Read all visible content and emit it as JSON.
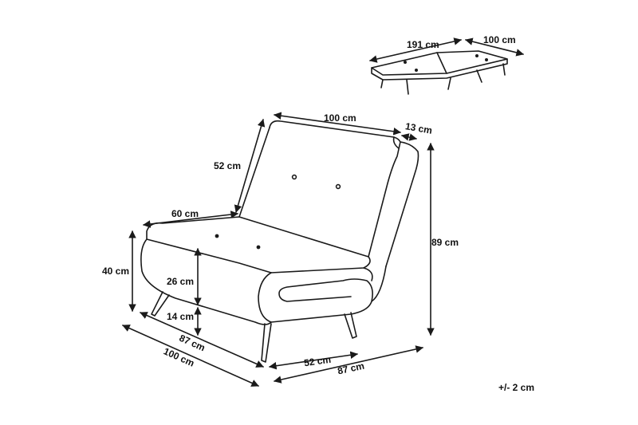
{
  "diagram": {
    "type": "furniture-dimension-drawing",
    "subject": "Sofa bed chair",
    "colors": {
      "line": "#1a1a1a",
      "background": "#ffffff",
      "text": "#111111"
    },
    "labels": {
      "unfolded_length": "191 cm",
      "unfolded_width": "100 cm",
      "backrest_width": "100 cm",
      "backrest_depth": "13 cm",
      "backrest_height": "52 cm",
      "total_height": "89 cm",
      "seat_depth": "60 cm",
      "seat_height": "40 cm",
      "cushion_thickness": "26 cm",
      "leg_height": "14 cm",
      "side_depth": "87 cm",
      "overall_width_left": "100 cm",
      "front_seat_width": "52 cm",
      "front_total_width": "87 cm",
      "tolerance": "+/- 2 cm"
    }
  }
}
